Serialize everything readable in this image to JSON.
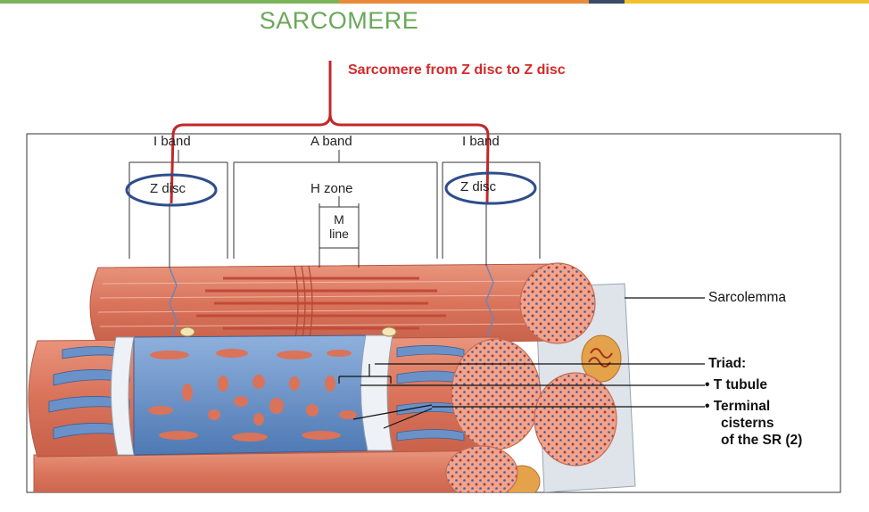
{
  "title": "SARCOMERE",
  "annotation": "Sarcomere from Z disc to Z disc",
  "labels": {
    "i_band_left": "I band",
    "a_band": "A band",
    "i_band_right": "I band",
    "z_disc_left": "Z disc",
    "h_zone": "H zone",
    "m_line_1": "M",
    "m_line_2": "line",
    "sarcolemma": "Sarcolemma",
    "triad": "Triad:",
    "t_tubule": "• T tubule",
    "terminal_1": "• Terminal",
    "terminal_2": "cisterns",
    "terminal_3": "of the SR (2)",
    "z_disc_right": "Z disc"
  },
  "colors": {
    "title": "#6aa85a",
    "annotation": "#d32a2a",
    "bracket": "#c0282a",
    "ellipse": "#2f4d8c",
    "muscle": "#e2826a",
    "sr": "#5c86c0",
    "top_bar": [
      "#7bb35b",
      "#e88a3a",
      "#3a4a6a",
      "#f2c12e"
    ]
  }
}
